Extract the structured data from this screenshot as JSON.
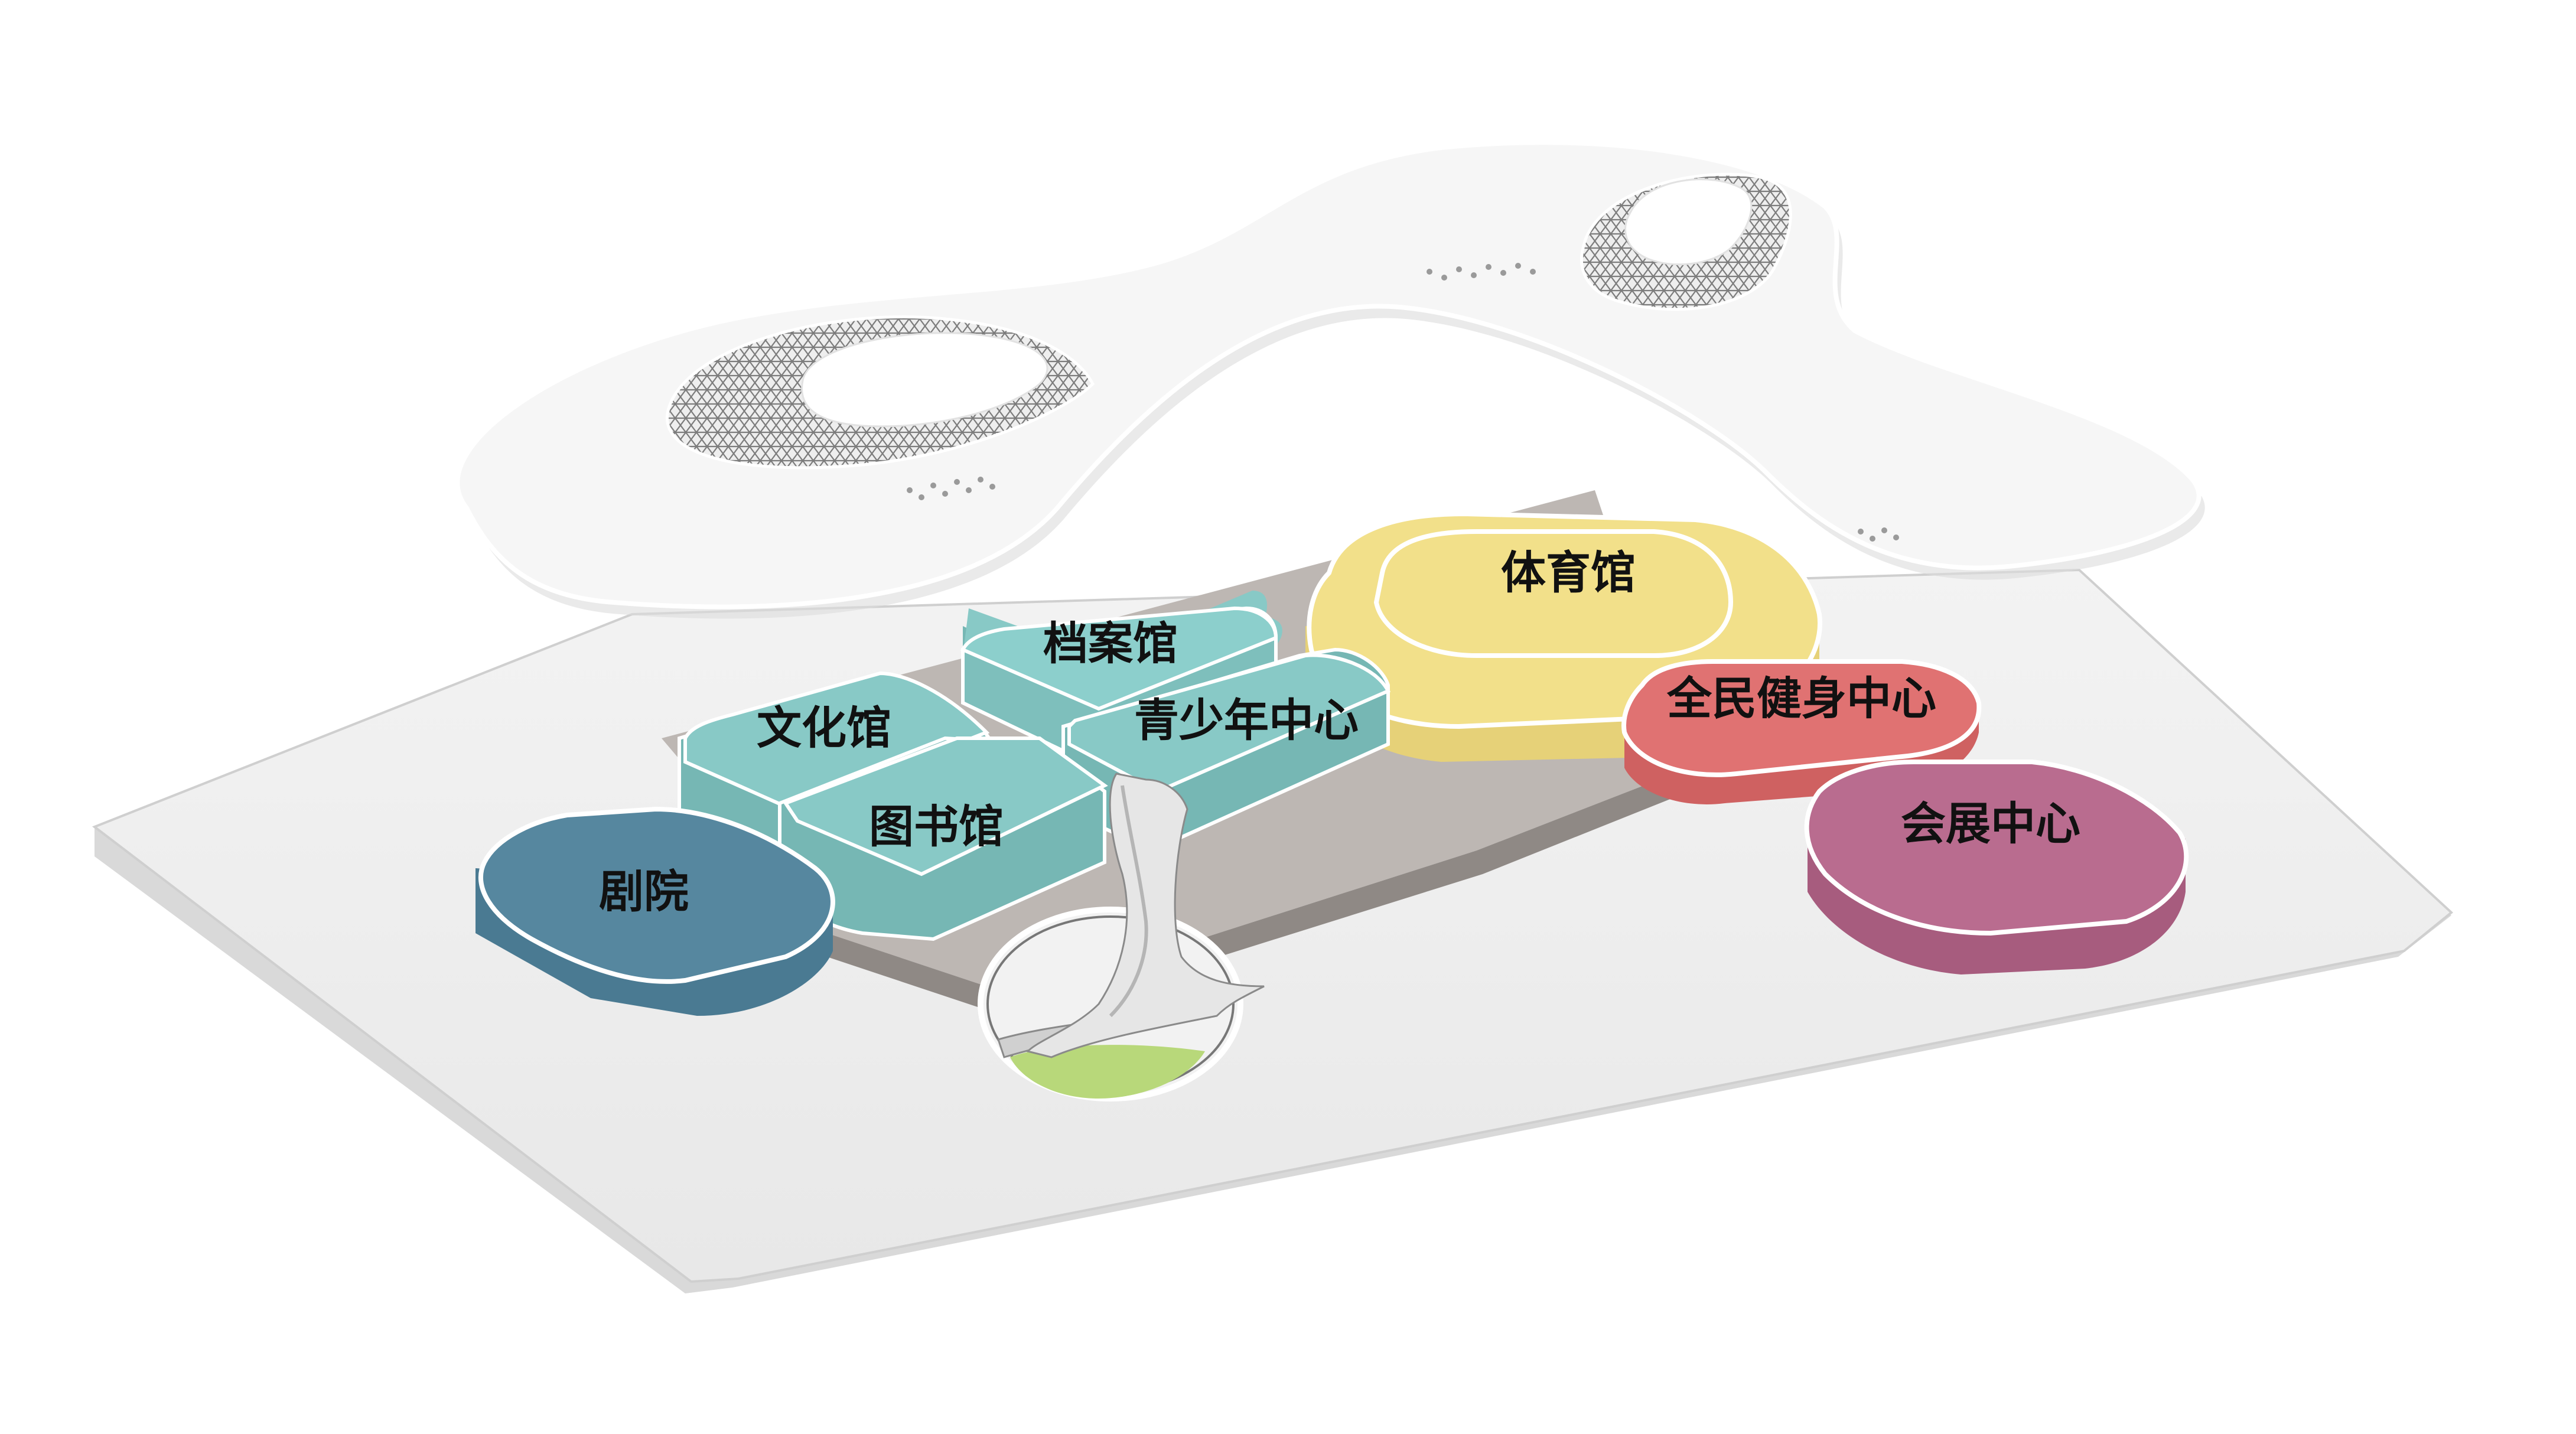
{
  "colors": {
    "base_top": "#f1f1f1",
    "base_side": "#d6d6d6",
    "roof": "#f5f5f5",
    "roof_edge": "#ffffff",
    "lattice": "#8a8a8a",
    "podium": "#a59f9c",
    "teal": "#88c9c6",
    "teal_side": "#76b7b4",
    "dark_teal": "#56879f",
    "dark_teal_side": "#4a7a92",
    "yellow": "#f2e08a",
    "yellow_side": "#e6d178",
    "coral": "#e07272",
    "coral_side": "#cf6161",
    "magenta": "#b96c8f",
    "magenta_side": "#a75c7e",
    "green": "#b8d87a",
    "outline": "#ffffff"
  },
  "buildings": [
    {
      "key": "theater",
      "label": "剧院",
      "color": "dark-teal"
    },
    {
      "key": "culture-hall",
      "label": "文化馆",
      "color": "teal"
    },
    {
      "key": "library",
      "label": "图书馆",
      "color": "teal"
    },
    {
      "key": "archives",
      "label": "档案馆",
      "color": "teal"
    },
    {
      "key": "youth-center",
      "label": "青少年中心",
      "color": "teal"
    },
    {
      "key": "gymnasium",
      "label": "体育馆",
      "color": "yellow"
    },
    {
      "key": "fitness-center",
      "label": "全民健身中心",
      "color": "coral"
    },
    {
      "key": "exhibition-center",
      "label": "会展中心",
      "color": "magenta"
    }
  ]
}
